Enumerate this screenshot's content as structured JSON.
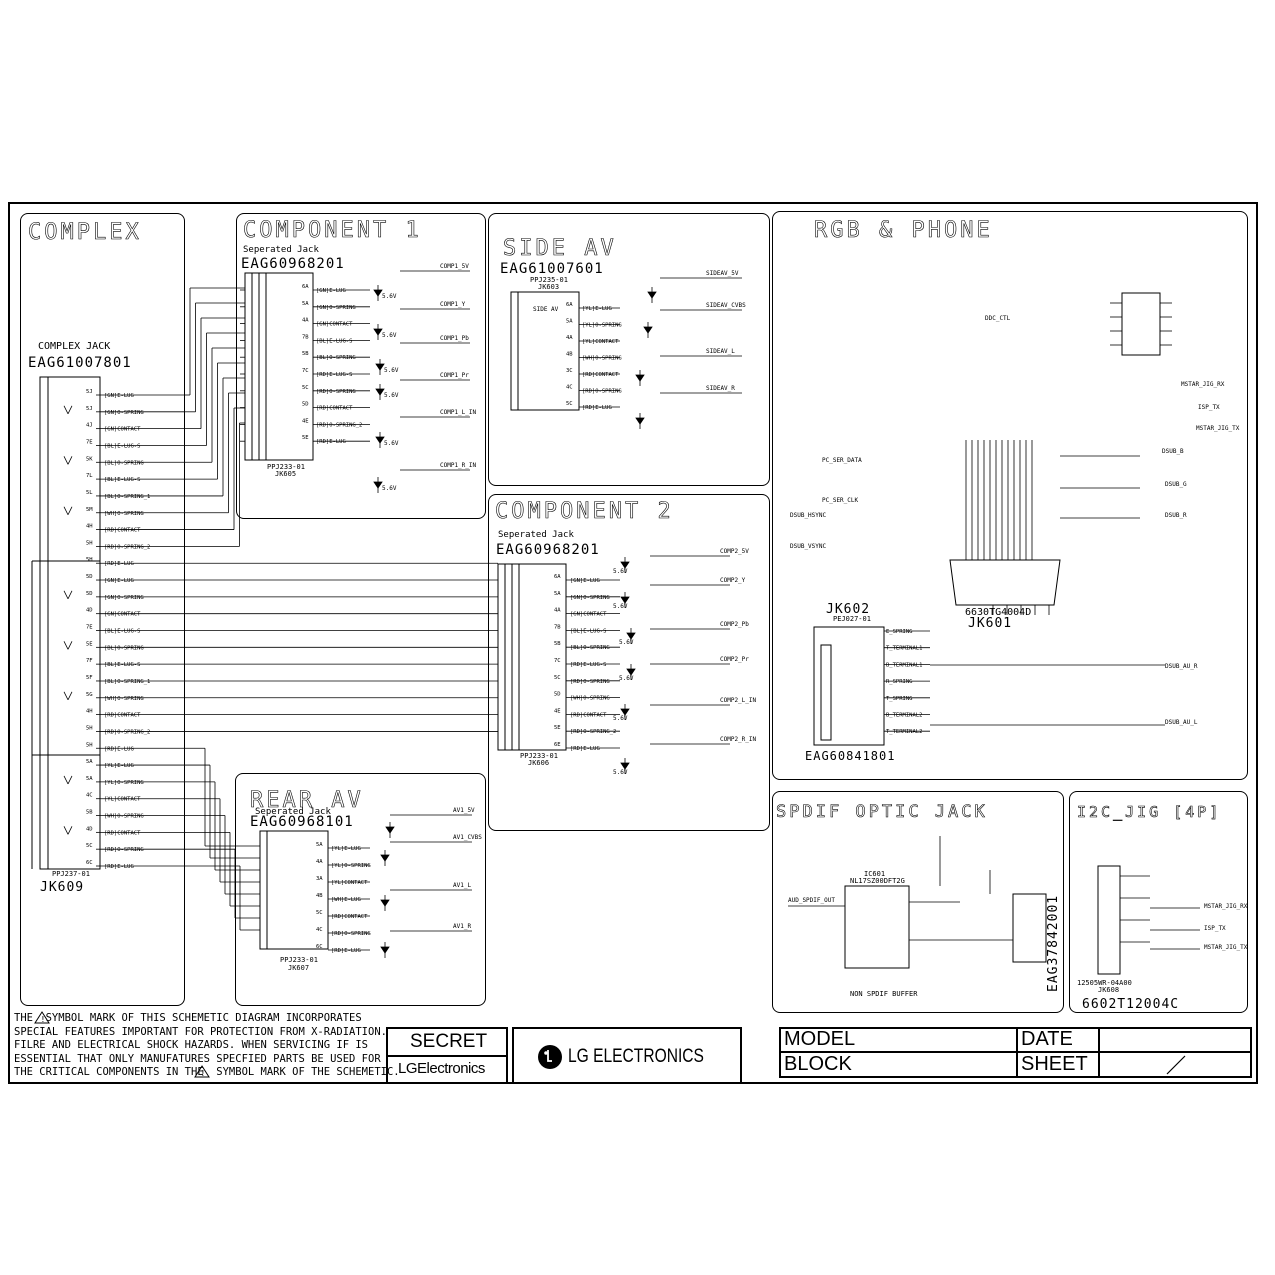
{
  "panels": {
    "complex": {
      "title": "COMPLEX",
      "jack_label": "COMPLEX JACK",
      "part_no": "EAG61007801",
      "ref": "PPJ237-01",
      "jk": "JK609"
    },
    "component1": {
      "title": "COMPONENT 1",
      "sub": "Seperated Jack",
      "part_no": "EAG60968201",
      "ref": "PPJ233-01",
      "jk": "JK605"
    },
    "sideav": {
      "title": "SIDE AV",
      "part_no": "EAG61007601",
      "ref": "PPJ235-01",
      "jk": "JK603"
    },
    "component2": {
      "title": "COMPONENT 2",
      "sub": "Seperated Jack",
      "part_no": "EAG60968201",
      "ref": "PPJ233-01",
      "jk": "JK606"
    },
    "rearav": {
      "title": "REAR AV",
      "sub": "Seperated Jack",
      "part_no": "EAG60968101",
      "ref": "PPJ233-01",
      "jk": "JK607"
    },
    "rgb": {
      "title": "RGB & PHONE",
      "jk602": "JK602",
      "jk602_ref": "PEJ027-01",
      "jk601": "JK601",
      "jk601_part": "6630TG4004D",
      "phone_part": "EAG60841801"
    },
    "spdif": {
      "title": "SPDIF OPTIC JACK",
      "part_no": "EAG37842001",
      "ic": "IC601",
      "ic_part": "NL17SZ00DFT2G",
      "buffer": "NON SPDIF BUFFER"
    },
    "i2c": {
      "title": "I2C_JIG [4P]",
      "part_no": "6602T12004C",
      "ref": "12505WR-04A00",
      "jk": "JK608"
    }
  },
  "complex_pins": [
    "[GN]E-LUG",
    "[GN]O-SPRING",
    "[GN]CONTACT",
    "[BL]E-LUG-S",
    "[BL]O-SPRING",
    "[BL]E-LUG-S",
    "[BL]O-SPRING_1",
    "[WH]O-SPRING",
    "[RD]CONTACT",
    "[RD]O-SPRING_2",
    "[RD]E-LUG",
    "[GN]E-LUG",
    "[GN]O-SPRING",
    "[GN]CONTACT",
    "[BL]E-LUG-S",
    "[BL]O-SPRING",
    "[BL]E-LUG-S",
    "[BL]O-SPRING_1",
    "[WH]O-SPRING",
    "[RD]CONTACT",
    "[RD]O-SPRING_2",
    "[RD]E-LUG",
    "[YL]E-LUG",
    "[YL]O-SPRING",
    "[YL]CONTACT",
    "[WH]O-SPRING",
    "[RD]CONTACT",
    "[RD]O-SPRING",
    "[RD]E-LUG"
  ],
  "complex_pin_nums": [
    "5J",
    "5J",
    "4J",
    "7E",
    "5K",
    "7L",
    "5L",
    "5M",
    "4H",
    "5H",
    "5H",
    "5D",
    "5D",
    "4D",
    "7E",
    "5E",
    "7F",
    "5F",
    "5G",
    "4H",
    "5H",
    "5H",
    "5A",
    "5A",
    "4C",
    "5B",
    "4D",
    "5C",
    "6C"
  ],
  "comp1_pins": [
    "[GN]E-LUG",
    "[GN]O-SPRING",
    "[GN]CONTACT",
    "[BL]E-LUG-S",
    "[BL]O-SPRING",
    "[RD]E-LUG-S",
    "[RD]O-SPRING",
    "[RD]CONTACT",
    "[RD]O-SPRING_2",
    "[RD]E-LUG"
  ],
  "comp1_nums": [
    "6A",
    "5A",
    "4A",
    "7B",
    "5B",
    "7C",
    "5C",
    "5D",
    "4E",
    "5E"
  ],
  "comp1_nets": [
    "COMP1_5V",
    "COMP1_Y",
    "COMP1_Pb",
    "COMP1_Pr",
    "COMP1_L_IN",
    "COMP1_R_IN"
  ],
  "comp2_pins": [
    "[GN]E-LUG",
    "[GN]O-SPRING",
    "[GN]CONTACT",
    "[BL]E-LUG-S",
    "[BL]O-SPRING",
    "[RD]E-LUG-S",
    "[RD]O-SPRING",
    "[WH]O-SPRING",
    "[RD]CONTACT",
    "[RD]O-SPRING_2",
    "[RD]E-LUG"
  ],
  "comp2_nums": [
    "6A",
    "5A",
    "4A",
    "7B",
    "5B",
    "7C",
    "5C",
    "5D",
    "4E",
    "5E",
    "6E"
  ],
  "comp2_nets": [
    "COMP2_5V",
    "COMP2_Y",
    "COMP2_Pb",
    "COMP2_Pr",
    "COMP2_L_IN",
    "COMP2_R_IN"
  ],
  "side_pins": [
    "[YL]E-LUG",
    "[YL]O-SPRING",
    "[YL]CONTACT",
    "[WH]O-SPRING",
    "[RD]CONTACT",
    "[RD]O-SPRING",
    "[RD]E-LUG"
  ],
  "side_nums": [
    "6A",
    "5A",
    "4A",
    "4B",
    "3C",
    "4C",
    "5C"
  ],
  "side_nets": [
    "SIDEAV_5V",
    "SIDEAV_CVBS",
    "SIDEAV_L",
    "SIDEAV_R"
  ],
  "rear_pins": [
    "[YL]E-LUG",
    "[YL]O-SPRING",
    "[YL]CONTACT",
    "[WH]E-LUG",
    "[RD]CONTACT",
    "[RD]O-SPRING",
    "[RD]E-LUG"
  ],
  "rear_nums": [
    "5A",
    "4A",
    "3A",
    "4B",
    "5C",
    "4C",
    "6C"
  ],
  "rear_nets": [
    "AV1_5V",
    "AV1_CVBS",
    "AV1_L",
    "AV1_R"
  ],
  "rgb_nets": [
    "DSUB_B",
    "DSUB_G",
    "DSUB_R",
    "DSUB_HSYNC",
    "DSUB_VSYNC",
    "DDC_CTL",
    "PC_SER_DATA",
    "PC_SER_CLK",
    "DSUB_AU_R",
    "DSUB_AU_L",
    "MSTAR_JIG_RX",
    "ISP_TX",
    "MSTAR_JIG_TX"
  ],
  "phone_pins": [
    "E_SPRING",
    "T_TERMINAL1",
    "B_TERMINAL1",
    "R_SPRING",
    "T_SPRING",
    "B_TERMINAL2",
    "T_TERMINAL2"
  ],
  "i2c_nets": [
    "MSTAR_JIG_RX",
    "ISP_TX",
    "MSTAR_JIG_TX"
  ],
  "spdif_nets": [
    "AUD_SPDIF_OUT"
  ],
  "notice": "THE  SYMBOL MARK OF THIS SCHEMETIC DIAGRAM INCORPORATES\nSPECIAL FEATURES IMPORTANT FOR PROTECTION FROM X-RADIATION.\nFILRE AND ELECTRICAL SHOCK HAZARDS. WHEN SERVICING IF IS\nESSENTIAL THAT ONLY MANUFATURES SPECFIED PARTS BE USED FOR\nTHE CRITICAL COMPONENTS IN THE  SYMBOL MARK OF THE SCHEMETIC.",
  "title_block": {
    "secret": "SECRET",
    "lg_small": "LGElectronics",
    "lg_big": "LG ELECTRONICS",
    "model": "MODEL",
    "block": "BLOCK",
    "date": "DATE",
    "sheet": "SHEET"
  }
}
